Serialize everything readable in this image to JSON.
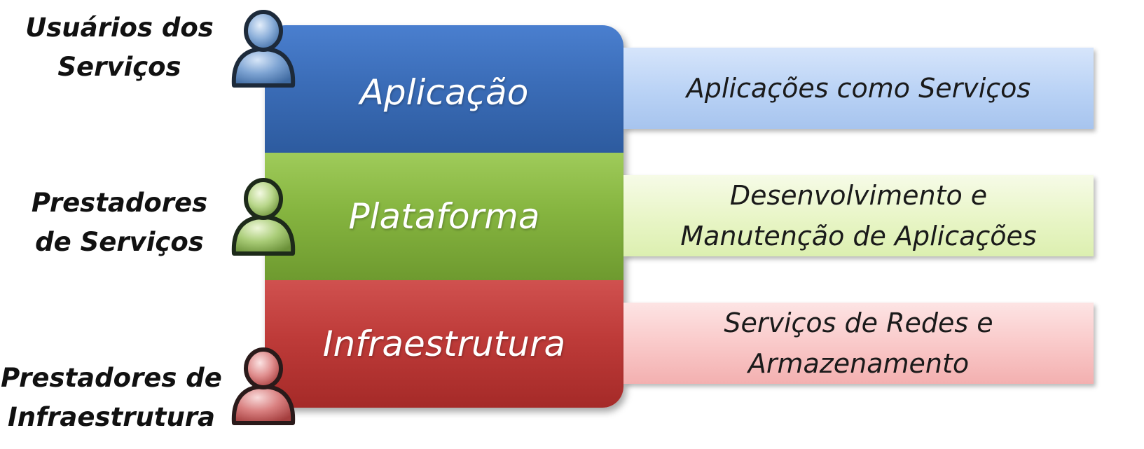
{
  "roles": {
    "users": {
      "line1": "Usuários dos",
      "line2": "Serviços",
      "icon": "person-icon",
      "color": "#5a86b8"
    },
    "platform": {
      "line1": "Prestadores",
      "line2": "de Serviços",
      "icon": "person-icon",
      "color": "#8fb85a"
    },
    "infra": {
      "line1": "Prestadores de",
      "line2": "Infraestrutura",
      "icon": "person-icon",
      "color": "#c95a5a"
    }
  },
  "layers": {
    "application": {
      "label": "Aplicação",
      "color": "#3b6db8"
    },
    "platform": {
      "label": "Plataforma",
      "color": "#86b540"
    },
    "infrastructure": {
      "label": "Infraestrutura",
      "color": "#be3b39"
    }
  },
  "descriptions": {
    "application": {
      "line1": "Aplicações como Serviços",
      "line2": ""
    },
    "platform": {
      "line1": "Desenvolvimento e",
      "line2": "Manutenção de Aplicações"
    },
    "infrastructure": {
      "line1": "Serviços de Redes e",
      "line2": "Armazenamento"
    }
  }
}
